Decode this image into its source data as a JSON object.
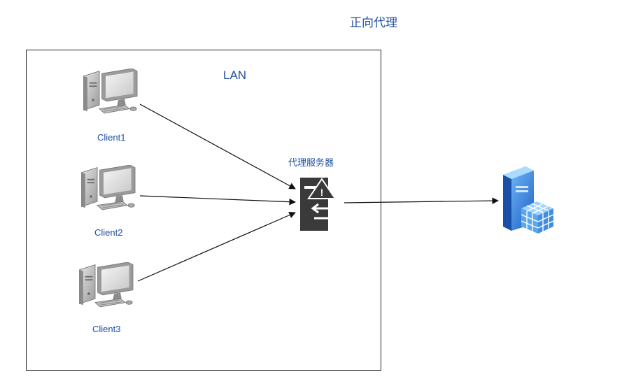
{
  "title": "正向代理",
  "lan": {
    "label": "LAN"
  },
  "clients": [
    {
      "label": "Client1"
    },
    {
      "label": "Client2"
    },
    {
      "label": "Client3"
    }
  ],
  "proxy": {
    "label": "代理服务器"
  },
  "colors": {
    "text_accent": "#1f4fa3",
    "line": "#111111",
    "proxy_icon": "#3a3a3a",
    "server_blue": "#2f7fd6"
  },
  "icons": {
    "clients": "desktop-computer-icon",
    "proxy": "proxy-server-icon",
    "target": "server-database-icon"
  }
}
